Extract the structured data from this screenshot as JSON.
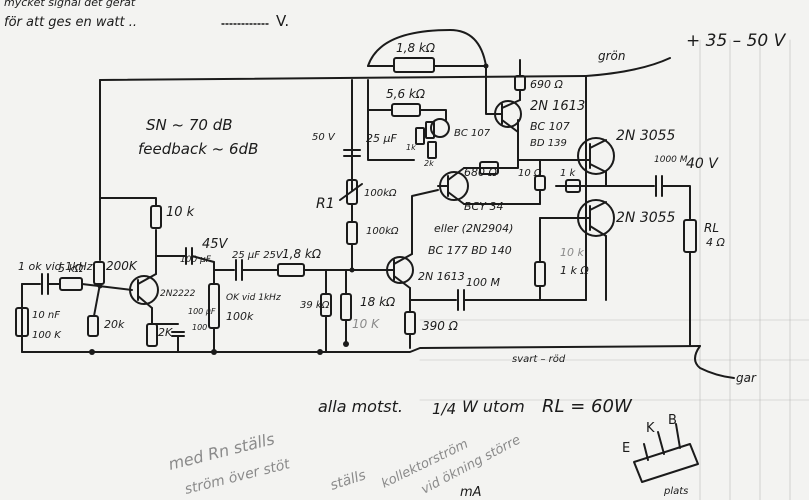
{
  "header": {
    "line1": "mycket signal det gerat",
    "line2": "för att ges en watt ..",
    "line2_unit": "V."
  },
  "supply": {
    "label": "+ 35 – 50 V",
    "wire": "grön"
  },
  "specs": {
    "sn": "SN ~ 70 dB",
    "feedback": "feedback ~ 6dB"
  },
  "input": {
    "cap": "1 ok vid 1kHz",
    "r_series": "5 kΩ",
    "c_shunt": "10 nF",
    "r_shunt": "100 K",
    "r_bias_top": "200K",
    "r_bias_bot": "20k"
  },
  "stage1": {
    "transistor": "2N2222",
    "r_collector": "10 k",
    "r_emitter": "2K",
    "c_emitter": "100 µF",
    "r_emitter2": "100",
    "supply_note": "45V",
    "cap_out": "25 µF 25V",
    "r_out": "1,8 kΩ",
    "r_load": "100k",
    "note_ok": "OK vid 1kHz"
  },
  "driver": {
    "r_top": "1,8 kΩ",
    "r_56": "5,6 kΩ",
    "v50": "50 V",
    "cap25": "25 µF",
    "rv": "R1",
    "r_mid1": "100kΩ",
    "r_mid2": "100kΩ",
    "r_39": "39 kΩ",
    "r_18": "18 kΩ",
    "r_10k": "10 K",
    "bc107_small": "BC 107",
    "pot": "1k",
    "pot2": "2k",
    "q_2n1613": "2N 1613",
    "r_390": "390 Ω",
    "c_100m": "100 M",
    "q_bcy34": "BCY 34",
    "r_680": "680 Ω",
    "alt1": "eller (2N2904)",
    "alt2": "BC 177  BD 140"
  },
  "output": {
    "r_690": "690 Ω",
    "q_2n1613b": "2N 1613",
    "bc107": "BC 107",
    "bd139": "BD 139",
    "q_top": "2N 3055",
    "q_bot": "2N 3055",
    "r_10": "10 Ω",
    "r_1k": "1 k",
    "r_10k_out": "10 k",
    "r_1k_out": "1 k Ω",
    "cap_out": "1000 M",
    "cap_volt": "40 V",
    "load": "RL",
    "load_val": "4 Ω",
    "gnd_wire": "svart – röd",
    "gnd_label": "gar"
  },
  "footer": {
    "note1": "alla motst.",
    "frac": "1/4",
    "note2": "W utom",
    "rl": "RL = 60W",
    "scribble1": "med Rn ställs",
    "scribble2": "ström över stöt",
    "scribble3": "ställs",
    "scribble4": "kollektorström",
    "scribble5": "vid ökning större",
    "scribble6": "mA",
    "pinout_e": "E",
    "pinout_k": "K",
    "pinout_b": "B",
    "pinout_note": "plats"
  }
}
